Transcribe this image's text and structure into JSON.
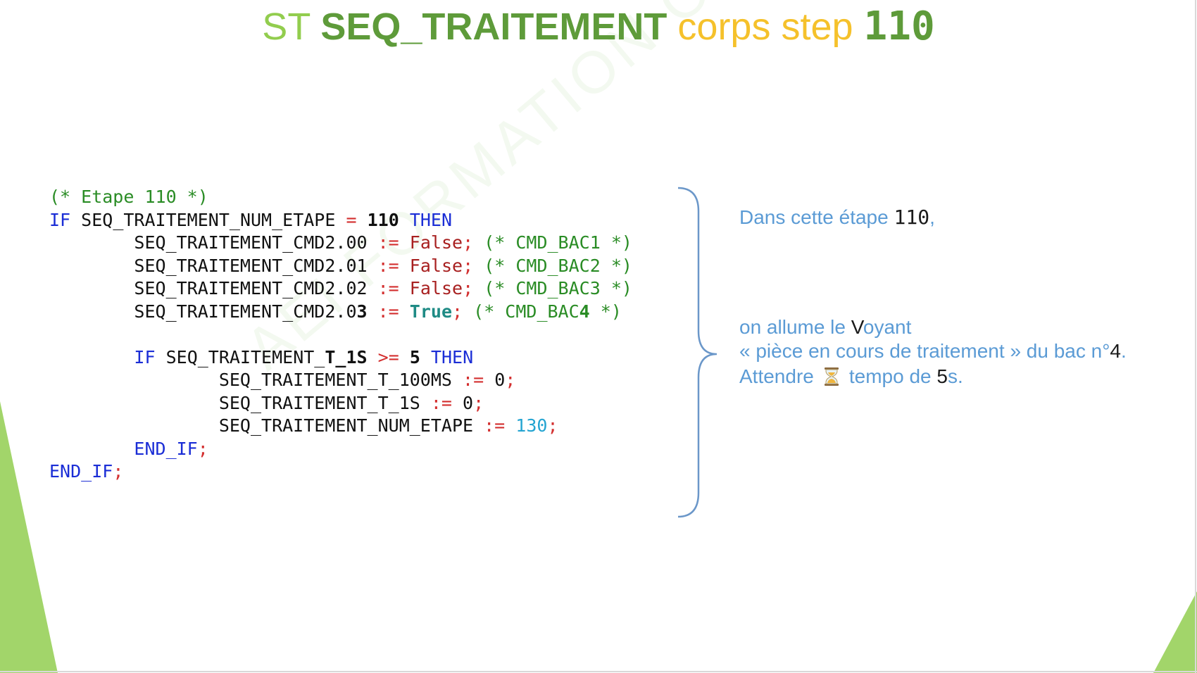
{
  "title": {
    "prefix": "ST",
    "name": "SEQ_TRAITEMENT",
    "middle": "corps step",
    "number": "110"
  },
  "code": {
    "comment_head": "(* Etape 110 *)",
    "kw_if": "IF",
    "kw_then": "THEN",
    "kw_end_if": "END_IF",
    "var_num_etape": "SEQ_TRAITEMENT_NUM_ETAPE",
    "op_eq": "=",
    "op_assign": ":=",
    "op_ge": ">=",
    "semicolon": ";",
    "val_110": "110",
    "cmd_prefix": "SEQ_TRAITEMENT_CMD2.0",
    "cmd0_suffix": "0",
    "cmd1_suffix": "1",
    "cmd2_suffix": "2",
    "cmd3_suffix": "3",
    "val_false": "False",
    "val_true": "True",
    "comment_open": "(* CMD_BAC",
    "comment_close": " *)",
    "bac1": "1",
    "bac2": "2",
    "bac3": "3",
    "bac4": "4",
    "var_t1s_prefix": "SEQ_TRAITEMENT_",
    "var_t1s_name": "T_1S",
    "val_5": "5",
    "var_t100ms": "SEQ_TRAITEMENT_T_100MS",
    "var_t1s_full": "SEQ_TRAITEMENT_T_1S",
    "val_0": "0",
    "val_130": "130"
  },
  "explanation": {
    "line1_text": "Dans cette étape ",
    "line1_num": "110",
    "line1_end": ",",
    "line2_pre": "on allume le ",
    "line2_v": "V",
    "line2_post": "oyant",
    "line3_text": "« pièce en cours de traitement » du bac n°",
    "line3_num": "4",
    "line3_end": ".",
    "line4_pre": "Attendre",
    "line4_mid": "tempo de ",
    "line4_num": "5",
    "line4_end": "s."
  },
  "watermark": "AEI FORMATION OUEST",
  "colors": {
    "comment": "#2a8c25",
    "keyword": "#1b2ed6",
    "operator": "#d32f2f",
    "boolean_false": "#a82020",
    "boolean_true": "#1f8b85",
    "number_130": "#24a4d1",
    "explanation": "#5b9bd5",
    "title_light": "#92cd4e",
    "title_dark": "#5e9b3a",
    "title_yellow": "#f5c12b",
    "decor_green": "#a2d56a"
  },
  "icons": {
    "brace": "right-curly-brace-icon",
    "hourglass": "hourglass-icon"
  }
}
